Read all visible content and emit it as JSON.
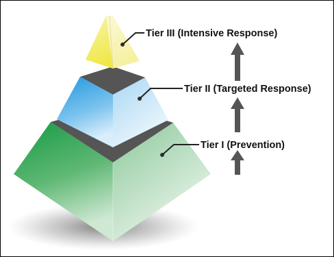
{
  "diagram": {
    "tiers": [
      {
        "label": "Tier III (Intensive Response)"
      },
      {
        "label": "Tier II (Targeted Response)"
      },
      {
        "label": "Tier I (Prevention)"
      }
    ],
    "colors": {
      "tier_iii": "#f3ee78",
      "tier_ii": "#3fa9e0",
      "tier_i": "#2f9a4e",
      "band": "#555555",
      "arrow": "#555555"
    }
  }
}
